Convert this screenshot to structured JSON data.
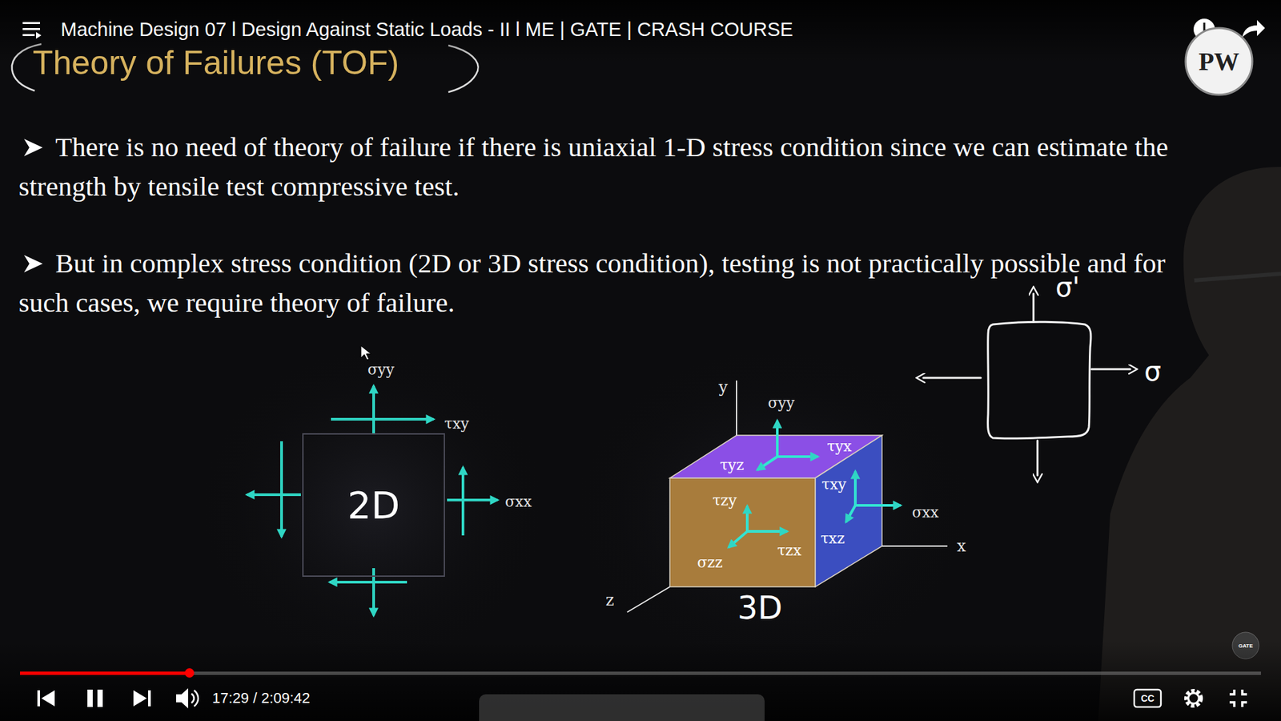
{
  "diagram": {
    "title": "Theory of Failures (TOF)",
    "nodes": [
      {
        "text": [
          "2D"
        ]
      }
    ],
    "labels": [
      "Machine Design 07 l Design Against Static Loads - II l ME | GATE | CRASH COURSE",
      "There is no need of theory of failure if there is uniaxial 1-D stress condition since we can estimate the strength by tensile test compressive test.",
      "But in complex stress condition (2D or 3D stress condition), testing is not practically possible and for such cases, we require theory of failure.",
      "σyy",
      "τxy",
      "σxx",
      "σyy",
      "τyx",
      "τyz",
      "τxy",
      "σxx",
      "τzy",
      "τxz",
      "τzx",
      "σzz",
      "3D",
      "y",
      "x",
      "z",
      "σ'",
      "σ",
      "17:29 / 2:09:42",
      "PW",
      "CC",
      "GATE"
    ]
  }
}
